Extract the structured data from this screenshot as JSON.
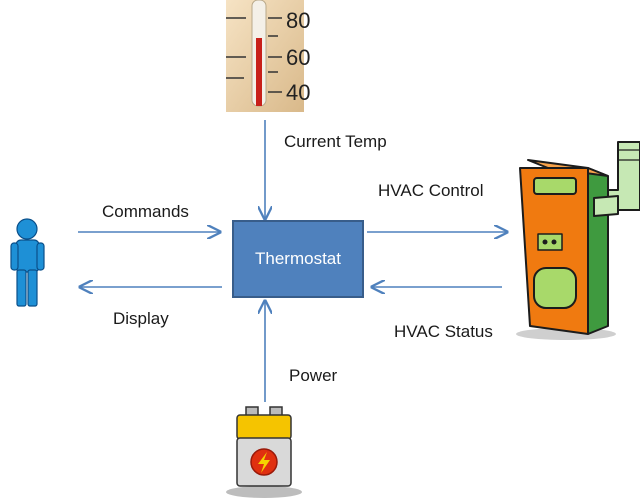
{
  "nodes": {
    "center": "Thermostat"
  },
  "edges": {
    "current_temp": "Current Temp",
    "commands": "Commands",
    "display": "Display",
    "hvac_control": "HVAC Control",
    "hvac_status": "HVAC Status",
    "power": "Power"
  },
  "thermometer_ticks": [
    "80",
    "60",
    "40"
  ],
  "colors": {
    "box_fill": "#4f81bd",
    "box_border": "#385d8a",
    "arrow": "#4f81bd",
    "person": "#1e90d6",
    "hvac_body": "#f07a10",
    "hvac_side": "#3f9a3f",
    "hvac_window": "#a8d96a",
    "battery_top": "#f5c400",
    "battery_body": "#d9d9d9",
    "battery_bolt": "#e03010"
  },
  "icons": [
    "thermometer-icon",
    "person-icon",
    "hvac-unit-icon",
    "battery-icon"
  ]
}
